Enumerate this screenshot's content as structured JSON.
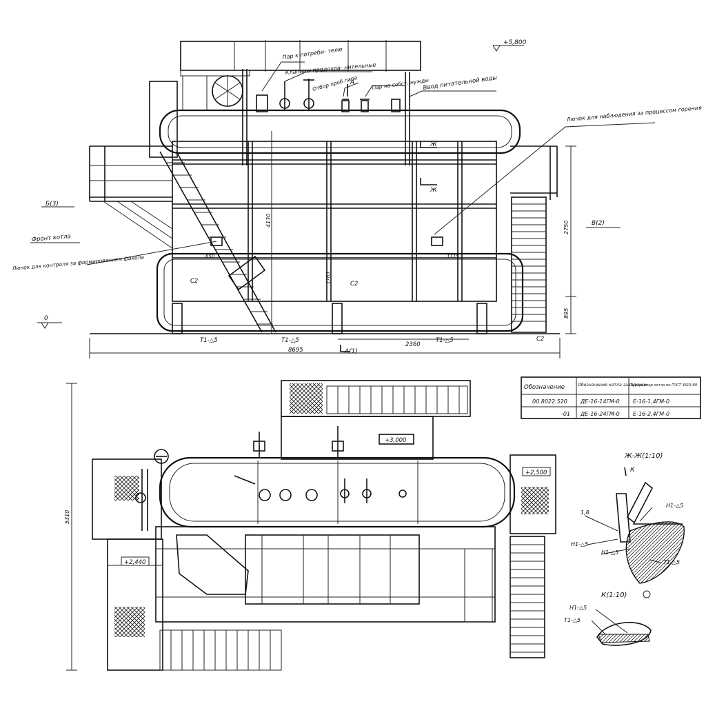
{
  "top_view": {
    "callouts": {
      "steam_to_consumer": "Пар к потреби- телю",
      "safety_valves": "Клапаны предохра- нительные",
      "steam_sampling": "Отбор проб пара",
      "own_needs_steam": "Пар на собст. нужды",
      "feedwater_inlet": "Ввод питательной воды",
      "observation_hatch": "Лючок для наблюдения за процессом горения",
      "control_hatch": "Лючок для контроля за формированием факела",
      "boiler_front": "Фронт котла"
    },
    "section_marks": {
      "section_a": "A",
      "section_a2": "A(1)",
      "section_zh_top": "Ж",
      "section_zh_bottom": "Ж",
      "view_b": "Б(3)",
      "view_v": "В(2)"
    },
    "levels": {
      "top": "+5,800",
      "zero": "0"
    },
    "dimensions": {
      "overall_length": "8695",
      "span": "2360",
      "height": "4130",
      "right_height": "2750",
      "right_lower": "895",
      "d1": "650",
      "d2": "1115",
      "d3": "1785"
    },
    "weld_marks": {
      "c2_left": "С2",
      "c2_mid": "С2",
      "c2_right": "С2",
      "t1_left": "Т1-△5",
      "t1_mid": "Т1-△5",
      "t1_right": "Т1-△5"
    }
  },
  "spec_table": {
    "headers": [
      "Обозначение",
      "Обозначение котла заводское",
      "Типоразмер котла по ГОСТ 3619-89"
    ],
    "rows": [
      [
        "00.8022.520",
        "ДЕ-16-14ГМ-0",
        "Е-16-1,4ГМ-0"
      ],
      [
        "-01",
        "ДЕ-16-24ГМ-0",
        "Е-16-2,4ГМ-0"
      ]
    ]
  },
  "plan_view": {
    "levels": {
      "l1": "+3,000",
      "l2": "+2,500",
      "l3": "+2,440"
    },
    "dimensions": {
      "width": "5310"
    }
  },
  "details": {
    "section_title": "Ж-Ж(1:10)",
    "arrow_k": "К",
    "detail_k_title": "К(1:10)",
    "labels": {
      "thickness": "1,8",
      "h1_top": "Н1-△5",
      "h1_left": "Н1-△5",
      "h1_mid": "Н1-△5",
      "t1_right": "Т1-△5",
      "k_h1": "Н1-△5",
      "k_t1": "Т1-△5"
    }
  }
}
